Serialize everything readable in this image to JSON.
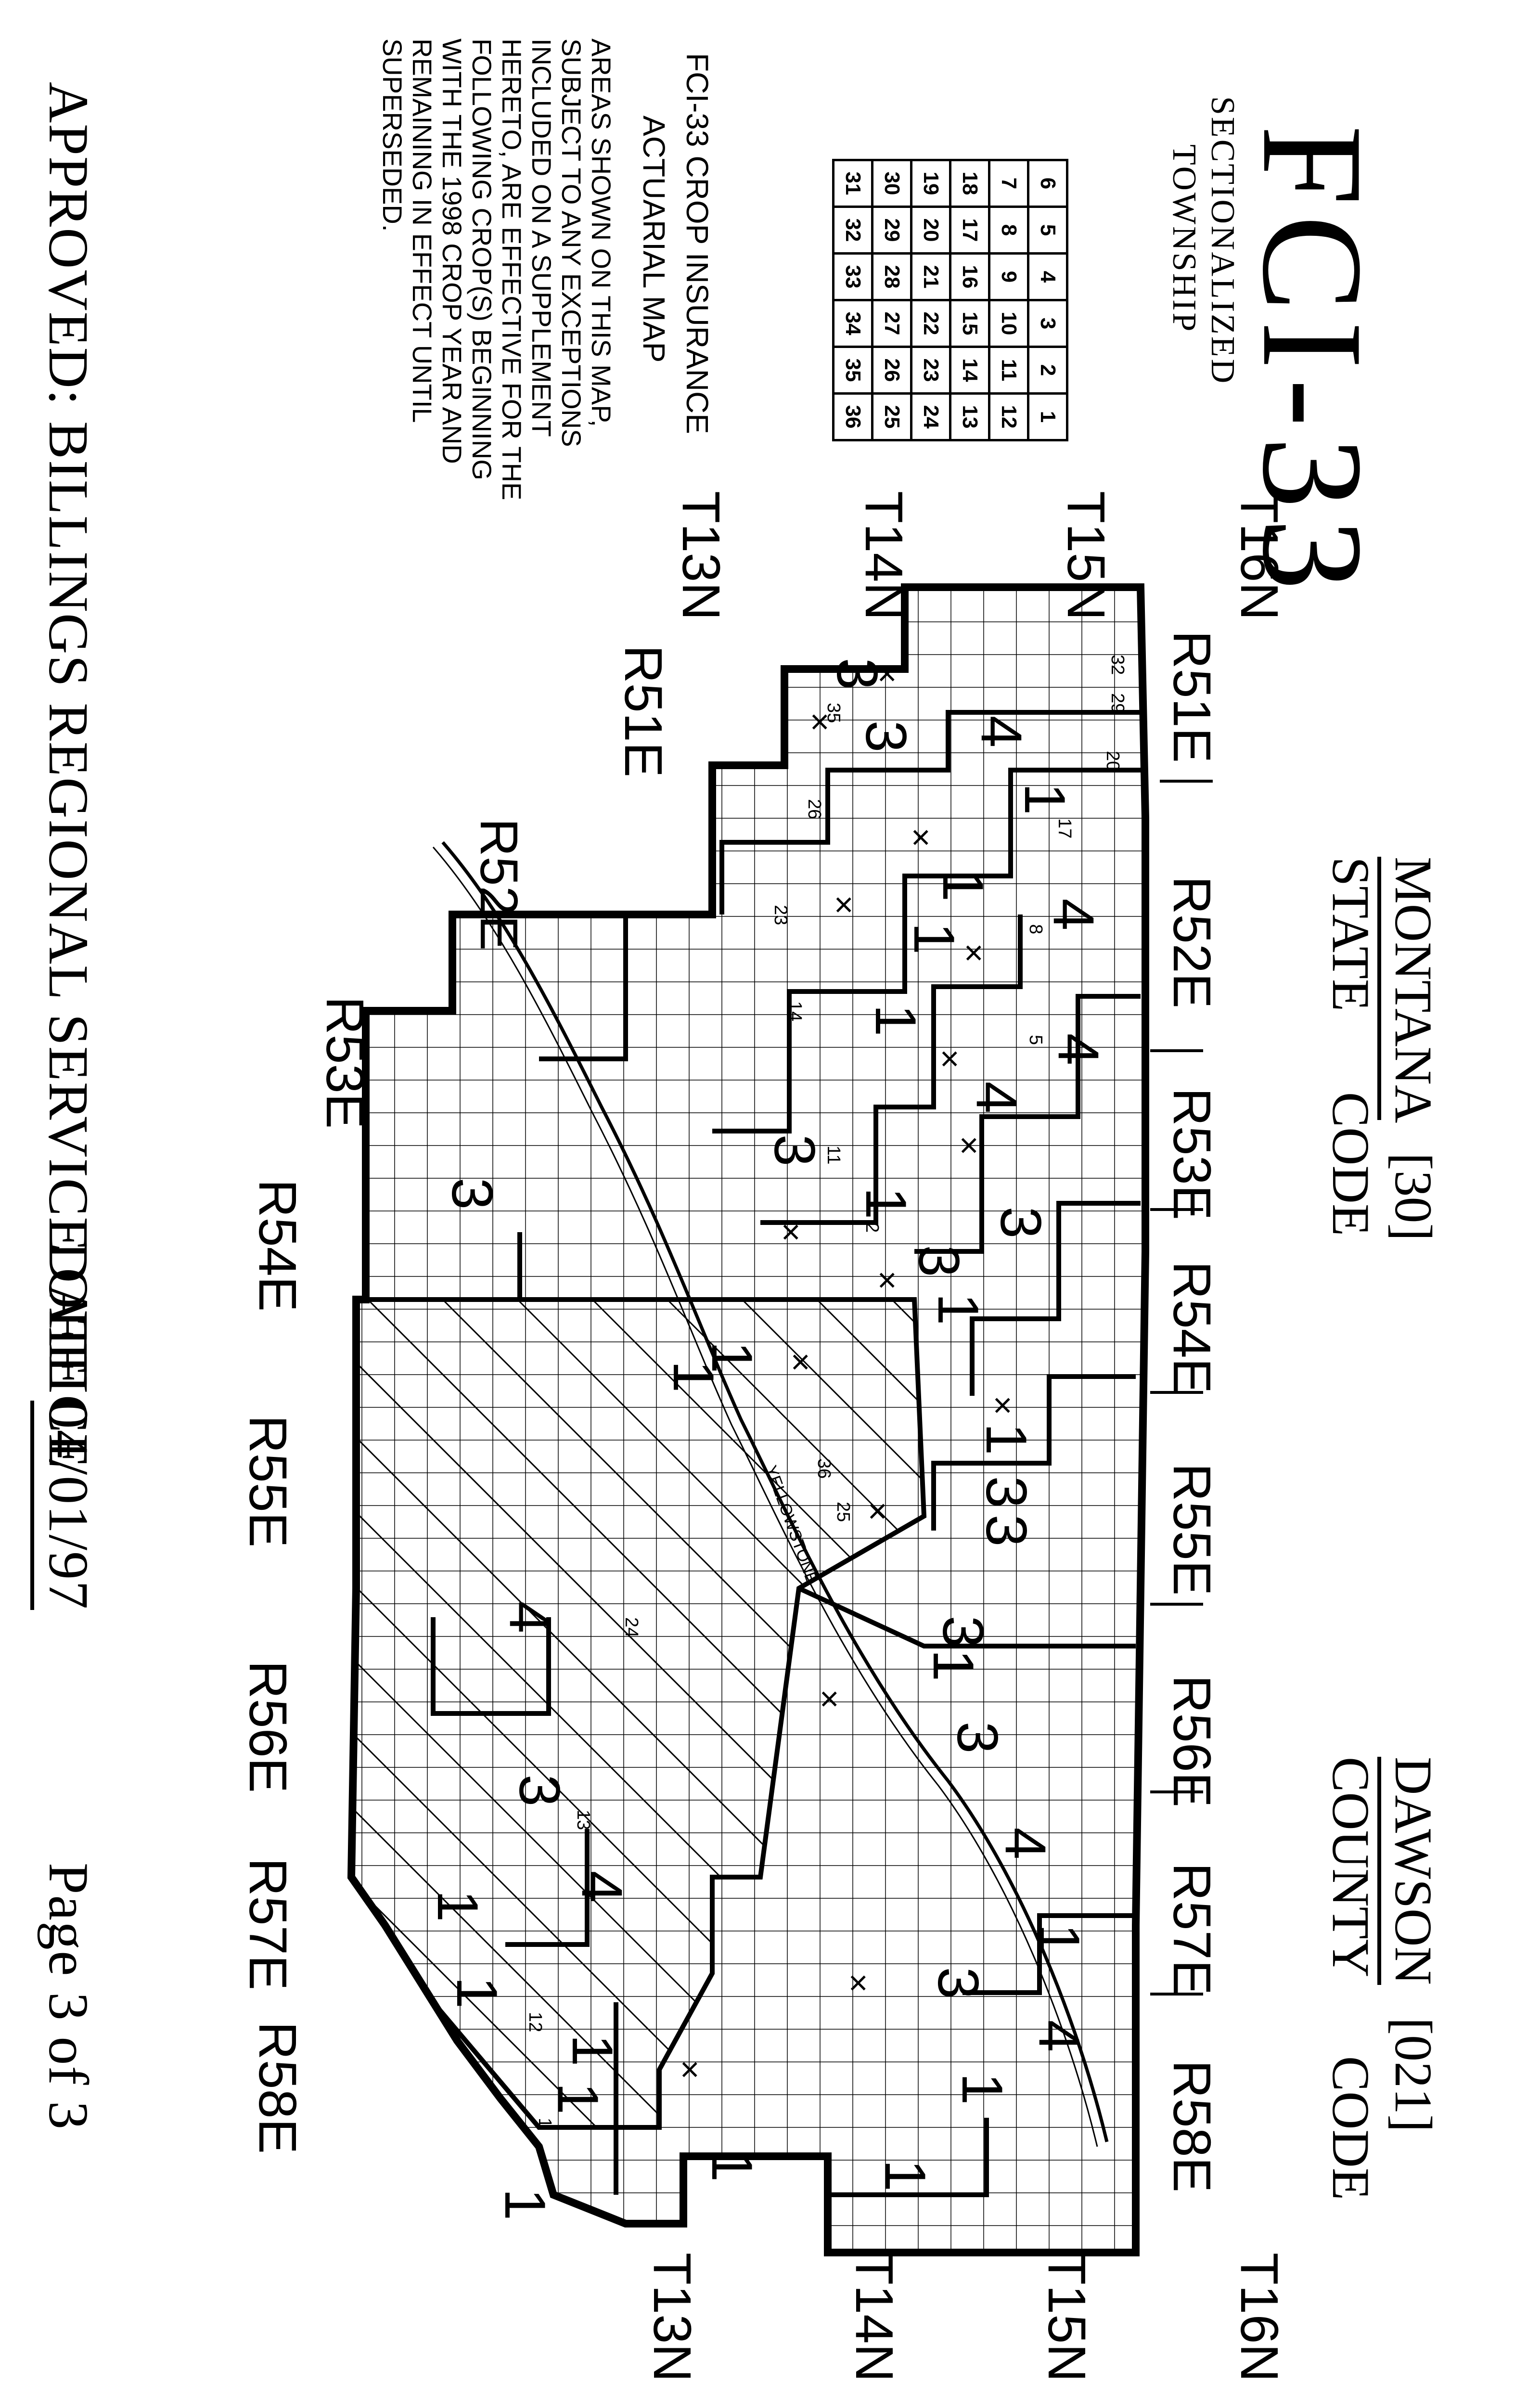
{
  "form_code": "FCI-33",
  "legend": {
    "title": "SECTIONALIZED TOWNSHIP",
    "grid": [
      [
        "6",
        "5",
        "4",
        "3",
        "2",
        "1"
      ],
      [
        "7",
        "8",
        "9",
        "10",
        "11",
        "12"
      ],
      [
        "18",
        "17",
        "16",
        "15",
        "14",
        "13"
      ],
      [
        "19",
        "20",
        "21",
        "22",
        "23",
        "24"
      ],
      [
        "30",
        "29",
        "28",
        "27",
        "26",
        "25"
      ],
      [
        "31",
        "32",
        "33",
        "34",
        "35",
        "36"
      ]
    ]
  },
  "header": {
    "state_name": "MONTANA",
    "state_code": "[30]",
    "state_label": "STATE",
    "state_code_label": "CODE",
    "county_name": "DAWSON",
    "county_code": "[021]",
    "county_label": "COUNTY",
    "county_code_label": "CODE"
  },
  "notes": {
    "title_line1": "FCI-33 CROP INSURANCE",
    "title_line2": "ACTUARIAL MAP",
    "body": [
      "AREAS SHOWN ON THIS MAP,",
      "SUBJECT TO ANY EXCEPTIONS",
      "INCLUDED ON A SUPPLEMENT",
      "HERETO, ARE EFFECTIVE FOR THE",
      "FOLLOWING CROP(S) BEGINNING",
      "WITH THE 1998 CROP YEAR AND",
      "REMAINING IN EFFECT UNTIL",
      "SUPERSEDED."
    ]
  },
  "footer": {
    "approved": "APPROVED: BILLINGS REGIONAL SERVICE OFFICE",
    "date_label": "DATE",
    "date_value": "04/01/97",
    "page": "Page 3 of 3"
  },
  "ranges_top": [
    "R51E",
    "R52E",
    "R53E",
    "R54E",
    "R55E",
    "R56E",
    "R57E",
    "R58E"
  ],
  "ranges_bottom": [
    "R51E",
    "R52E",
    "R53E",
    "R54E",
    "R55E",
    "R56E",
    "R57E",
    "R58E"
  ],
  "townships_left": [
    "T16N",
    "T15N",
    "T14N",
    "T13N"
  ],
  "townships_right": [
    "T16N",
    "T15N",
    "T14N",
    "T13N"
  ],
  "map_zone_labels": [
    "4",
    "4",
    "1",
    "3",
    "3",
    "1",
    "3",
    "1",
    "3",
    "1",
    "1",
    "3",
    "3",
    "3",
    "1",
    "3",
    "4",
    "1",
    "3",
    "4",
    "1",
    "4",
    "4",
    "1",
    "1",
    "1",
    "4",
    "3",
    "1",
    "1",
    "1",
    "1",
    "1",
    "1",
    "1",
    "4",
    "3",
    "3",
    "1"
  ],
  "map_section_numbers": [
    "32",
    "29",
    "20",
    "17",
    "8",
    "5",
    "35",
    "26",
    "23",
    "14",
    "11",
    "2",
    "36",
    "25",
    "24",
    "13",
    "12",
    "1"
  ],
  "map_place_labels": [
    "YELLOWSTONE"
  ],
  "colors": {
    "ink": "#000000",
    "paper": "#ffffff"
  }
}
